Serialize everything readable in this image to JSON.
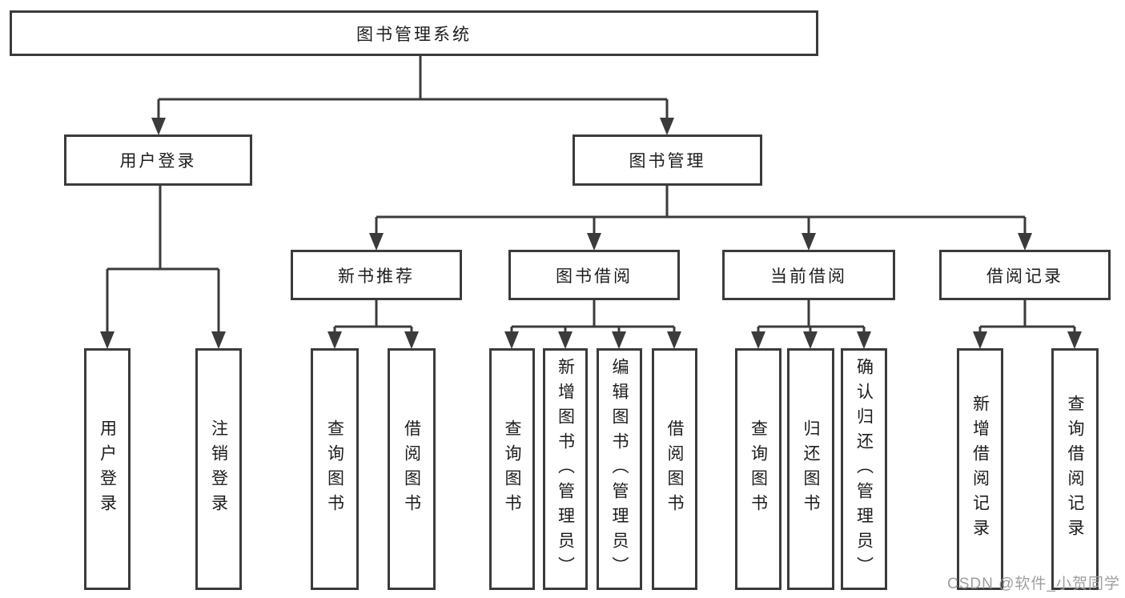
{
  "root": {
    "label": "图书管理系统"
  },
  "level2": {
    "user_login": {
      "label": "用户登录",
      "leaves": [
        {
          "label": "用户登录"
        },
        {
          "label": "注销登录"
        }
      ]
    },
    "book_management": {
      "label": "图书管理"
    }
  },
  "level3": {
    "new_book_recommend": {
      "label": "新书推荐",
      "leaves": [
        {
          "label": "查询图书"
        },
        {
          "label": "借阅图书"
        }
      ]
    },
    "book_borrowing": {
      "label": "图书借阅",
      "leaves": [
        {
          "label": "查询图书"
        },
        {
          "label": "新增图书（管理员）"
        },
        {
          "label": "编辑图书（管理员）"
        },
        {
          "label": "借阅图书"
        }
      ]
    },
    "current_borrowing": {
      "label": "当前借阅",
      "leaves": [
        {
          "label": "查询图书"
        },
        {
          "label": "归还图书"
        },
        {
          "label": "确认归还（管理员）"
        }
      ]
    },
    "borrowing_records": {
      "label": "借阅记录",
      "leaves": [
        {
          "label": "新增借阅记录"
        },
        {
          "label": "查询借阅记录"
        }
      ]
    }
  },
  "watermark": {
    "text": "CSDN @软件_小贺同学"
  },
  "colors": {
    "line": "#3b3b3b",
    "text": "#1c1c1c",
    "watermark": "#9e9e9e",
    "background": "#ffffff"
  }
}
